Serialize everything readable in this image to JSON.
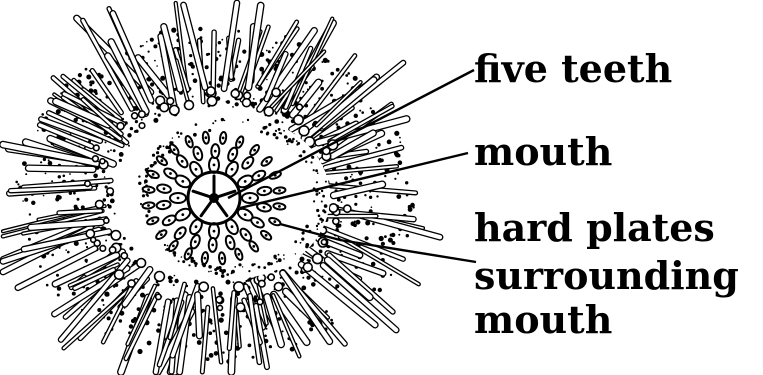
{
  "labels": {
    "five_teeth": "five teeth",
    "mouth": "mouth",
    "hard_plates_line1": "hard plates",
    "hard_plates_line2": "surrounding",
    "hard_plates_line3": "mouth"
  },
  "colors": {
    "ink": "#000000",
    "paper": "#ffffff"
  }
}
